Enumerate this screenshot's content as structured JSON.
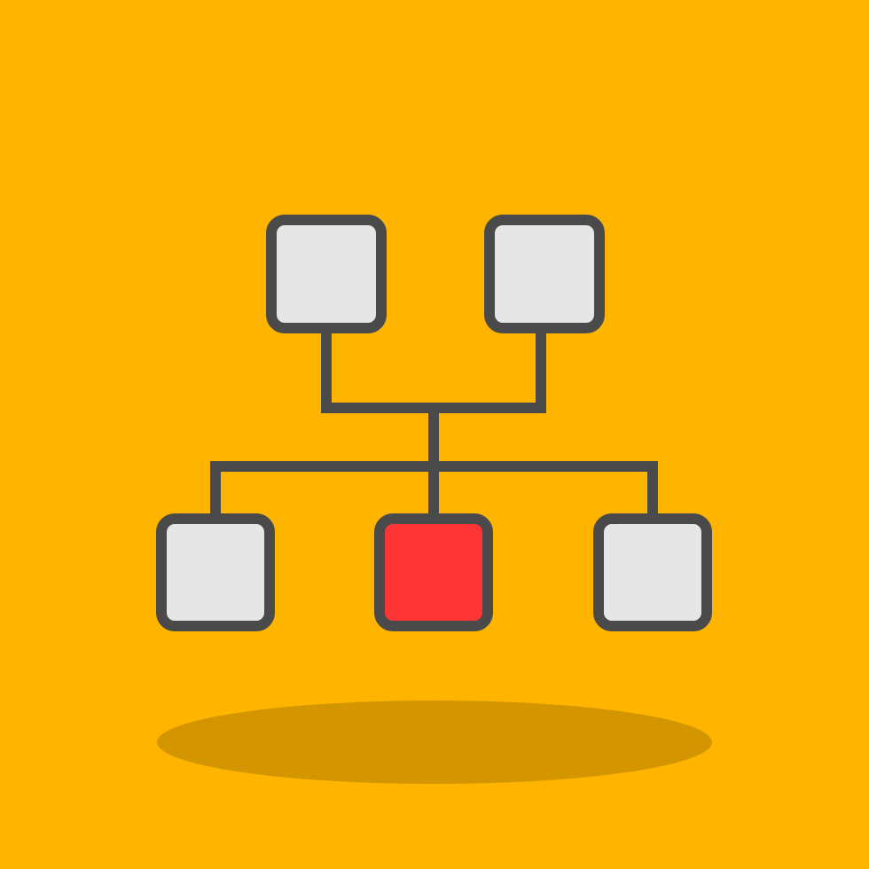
{
  "icon": {
    "name": "hierarchy-structure-icon",
    "nodes": [
      {
        "role": "parent-left",
        "fill": "light-gray"
      },
      {
        "role": "parent-right",
        "fill": "light-gray"
      },
      {
        "role": "child-left",
        "fill": "light-gray"
      },
      {
        "role": "child-center",
        "fill": "red"
      },
      {
        "role": "child-right",
        "fill": "light-gray"
      }
    ]
  },
  "colors": {
    "background": "#FFB500",
    "shadow": "#D49600",
    "stroke": "#4A4A4A",
    "node_fill": "#E6E6E6",
    "highlight_fill": "#FF3434"
  }
}
